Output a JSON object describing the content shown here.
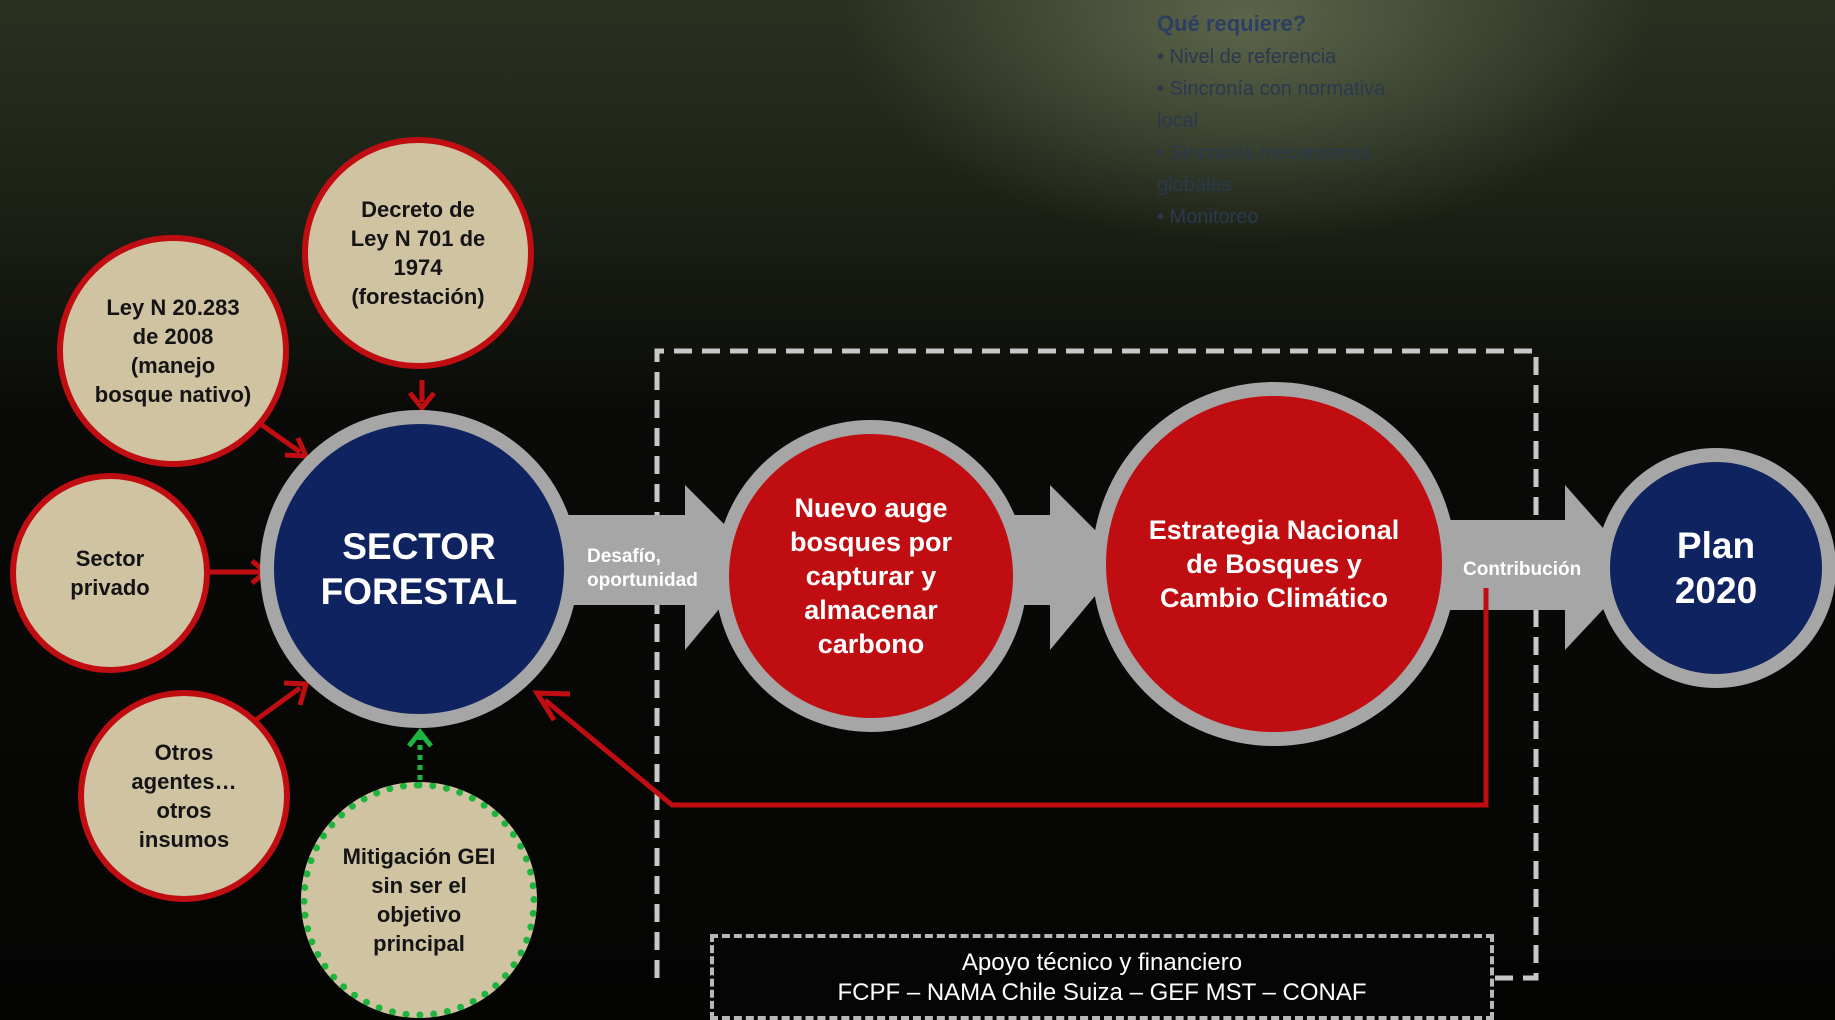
{
  "requirements": {
    "title": "Qué requiere?",
    "items": [
      "• Nivel de referencia",
      "• Sincronía con normativa local",
      "• Sincronía mecanismos globales",
      "• Monitoreo"
    ]
  },
  "inputs": {
    "decreto": [
      "Decreto de",
      "Ley N 701 de",
      "1974",
      "(forestación)"
    ],
    "ley": [
      "Ley N 20.283",
      "de 2008",
      "(manejo",
      "bosque nativo)"
    ],
    "sector_privado": [
      "Sector",
      "privado"
    ],
    "otros": [
      "Otros",
      "agentes…",
      "otros",
      "insumos"
    ],
    "mitigacion": [
      "Mitigación GEI",
      "sin ser el",
      "objetivo",
      "principal"
    ]
  },
  "sector_forestal": [
    "SECTOR",
    "FORESTAL"
  ],
  "desafio_label": [
    "Desafío,",
    "oportunidad"
  ],
  "nuevo_auge": [
    "Nuevo auge",
    "bosques por",
    "capturar y",
    "almacenar",
    "carbono"
  ],
  "estrategia": [
    "Estrategia Nacional",
    "de Bosques y",
    "Cambio Climático"
  ],
  "contribucion_label": "Contribución",
  "plan": [
    "Plan",
    "2020"
  ],
  "support": {
    "line1": "Apoyo técnico y financiero",
    "line2": "FCPF – NAMA Chile Suiza – GEF MST – CONAF"
  },
  "colors": {
    "red": "#c00d12",
    "navy": "#0f2360",
    "tan": "#cfc3a2",
    "gray": "#a6a6a6",
    "green_dotted": "#1fb43e"
  }
}
